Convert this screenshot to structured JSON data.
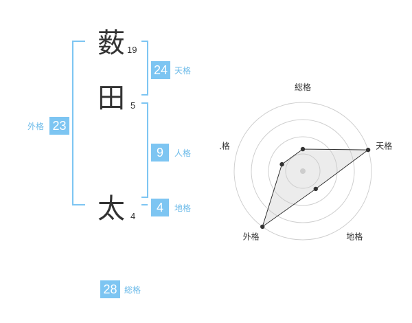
{
  "name": {
    "chars": [
      {
        "char": "薮",
        "strokes": "19"
      },
      {
        "char": "田",
        "strokes": "5"
      },
      {
        "char": "太",
        "strokes": "4"
      }
    ]
  },
  "fortunes": {
    "tenkaku": {
      "value": "24",
      "label": "天格"
    },
    "jinkaku": {
      "value": "9",
      "label": "人格"
    },
    "chikaku": {
      "value": "4",
      "label": "地格"
    },
    "gaikaku": {
      "value": "23",
      "label": "外格"
    },
    "soukaku": {
      "value": "28",
      "label": "総格"
    }
  },
  "colors": {
    "accent": "#7dc5f2",
    "accent_text": "#6dbbe9",
    "bracket": "#7dc5f2"
  },
  "chart_data": {
    "type": "radar",
    "axes": [
      "総格",
      "天格",
      "地格",
      "外格",
      "人格"
    ],
    "values": [
      0.32,
      1.0,
      0.32,
      1.0,
      0.32
    ],
    "rings": 4
  }
}
